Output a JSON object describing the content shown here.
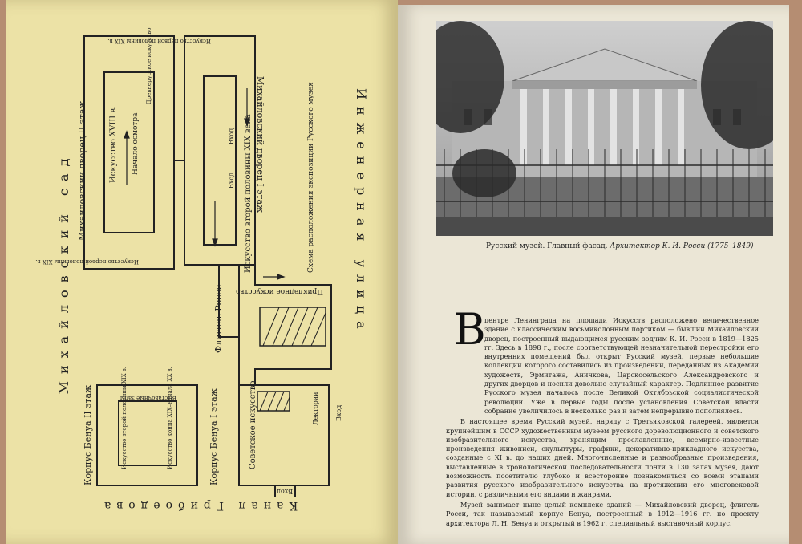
{
  "plan": {
    "title": "Схема расположения экспозиции Русского музея",
    "streets": {
      "garden": "Михайловский сад",
      "street": "Инженерная улица",
      "canal": "Канал Грибоедова"
    },
    "buildings": {
      "palace_2": "Михайловский дворец II этаж",
      "palace_1": "Михайловский дворец I этаж",
      "rossi_wing": "Флигель Росси",
      "benois_2": "Корпус Бенуа II этаж",
      "benois_1": "Корпус Бенуа I этаж"
    },
    "rooms": {
      "art_18": "Искусство XVIII в.",
      "tour_start": "Начало осмотра",
      "ancient_russian": "Древнерусское искусство",
      "first_half_19": "Искусство первой половины XIX в.",
      "art_first_half_19": "Искусство первой половины XIX в.",
      "art_second_half_19": "Искусство второй половины XIX века",
      "applied_art": "Прикладное искусство",
      "exhibition_hall": "Выставочные залы",
      "second_half_19_b": "Искусство второй половины XIX в.",
      "late_19_early_20": "Искусство конца XIX–начала XX в.",
      "soviet_art": "Советское искусство",
      "lecture_hall": "Лектории"
    },
    "entrances": [
      "Вход",
      "Вход",
      "Вход",
      "Вход"
    ]
  },
  "photo": {
    "caption_main": "Русский музей. Главный фасад.",
    "caption_author": "Архитектор К. И. Росси (1775–1849)"
  },
  "article": {
    "dropcap": "В",
    "paragraphs": [
      "центре Ленинграда на площади Искусств расположено величественное здание с классическим восьмиколонным портиком — бывший Михайловский дворец, построенный выдающимся русским зодчим К. И. Росси в 1819—1825 гг. Здесь в 1898 г., после соответствующей незначительной перестройки его внутренних помещений был открыт Русский музей, первые небольшие коллекции которого составились из произведений, переданных из Академии художеств, Эрмитажа, Аничкова, Царскосельского Александровского и других дворцов и носили довольно случайный характер. Подлинное развитие Русского музея началось после Великой Октябрьской социалистической революции. Уже в первые годы после установления Советской власти собрание увеличилось в несколько раз и затем непрерывно пополнялось.",
      "В настоящее время Русский музей, наряду с Третьяковской галереей, является крупнейшим в СССР художественным музеем русского дореволюционного и советского изобразительного искусства, хранящим прославленные, всемирно-известные произведения живописи, скульптуры, графики, декоративно-прикладного искусства, созданные с XI в. до наших дней. Многочисленные и разнообразные произведения, выставленные в хронологической последовательности почти в 130 залах музея, дают возможность посетителю глубоко и всесторонне познакомиться со всеми этапами развития русского изобразительного искусства на протяжении его многовековой истории, с различными его видами и жанрами.",
      "Музей занимает ныне целый комплекс зданий — Михайловский дворец, флигель Росси, так называемый корпус Бенуа, построенный в 1912—1916 гг. по проекту архитектора Л. Н. Бенуа и открытый в 1962 г. специальный выставочный корпус."
    ]
  }
}
